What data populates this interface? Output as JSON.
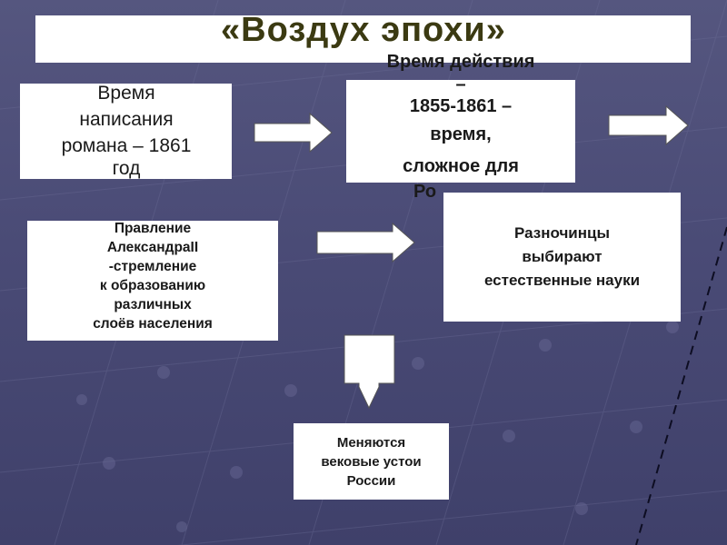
{
  "slide": {
    "title": "«Воздух эпохи»",
    "writing_time": {
      "line1": "Время",
      "line2": "написания",
      "line3": "романа – 1861",
      "line4": "год"
    },
    "action_time": {
      "line1": "Время действия",
      "line2": "–",
      "line3": "1855-1861 –",
      "line4": "время,",
      "line5": "сложное для",
      "line6": "Ро"
    },
    "reign": {
      "line1": "Правление",
      "line2": "АлександраII",
      "line3": "-стремление",
      "line4": "к образованию",
      "line5": "различных",
      "line6": "слоёв населения"
    },
    "raznochintsy": {
      "line1": "Разночинцы",
      "line2": "выбирают",
      "line3": "естественные науки"
    },
    "changes": {
      "line1": "Меняются",
      "line2": "вековые устои",
      "line3": "России"
    }
  }
}
